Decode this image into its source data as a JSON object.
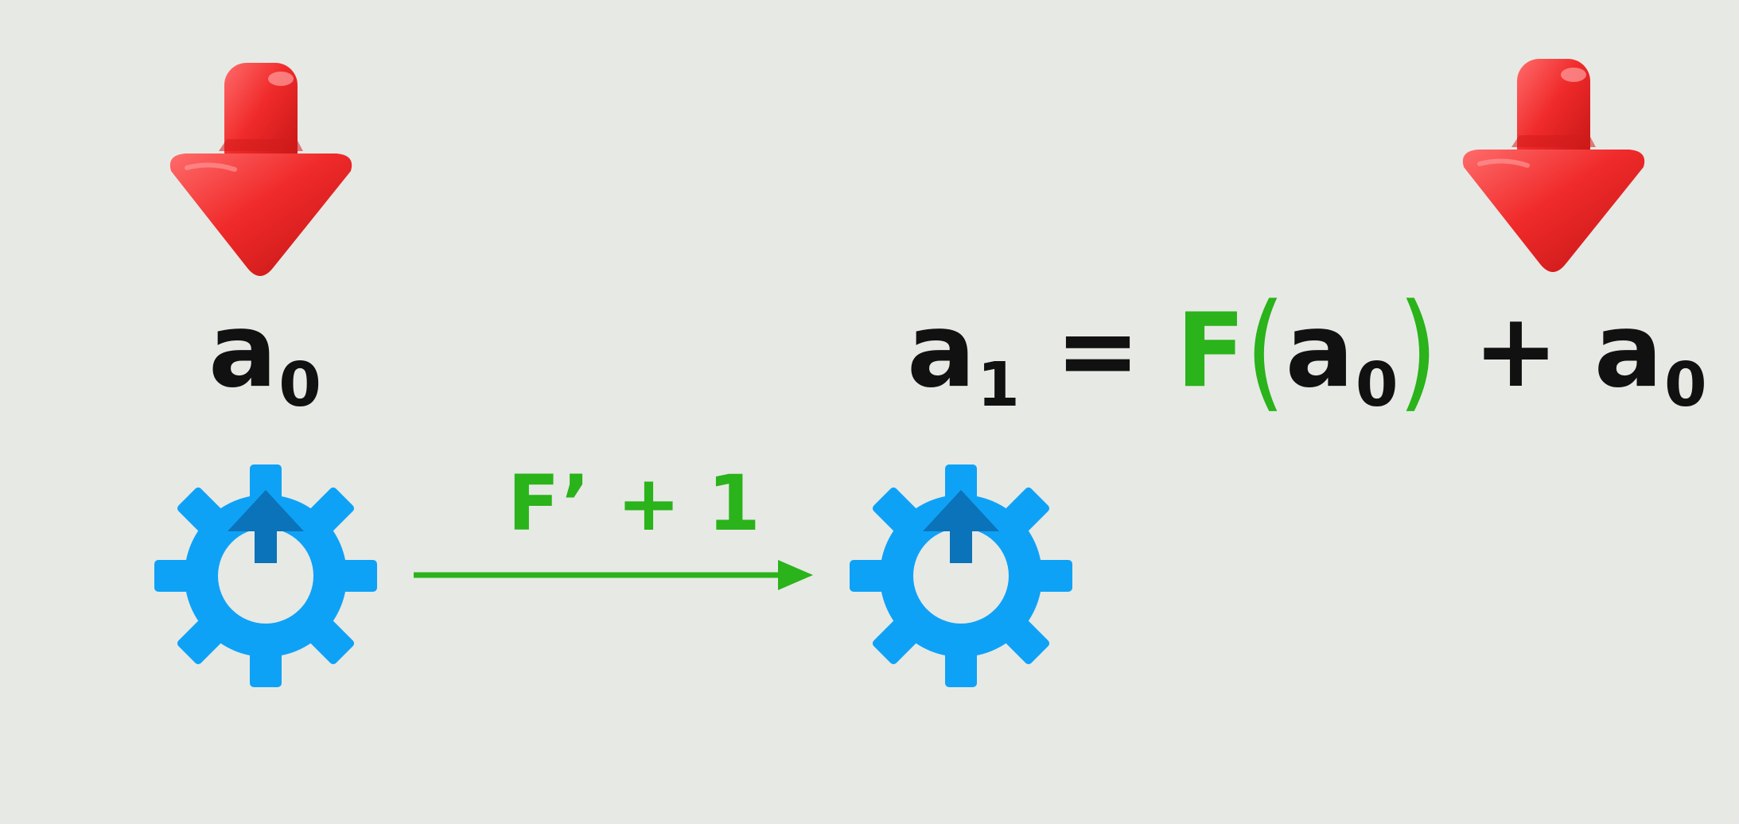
{
  "colors": {
    "background": "#e7e9e5",
    "arrow_red": "#f02a2a",
    "text_dark": "#111111",
    "accent_green": "#2ab31a",
    "gear_blue": "#0ea2f7",
    "gear_dark_blue": "#0b73b9"
  },
  "left_term": {
    "var": "a",
    "sub": "0"
  },
  "equation": {
    "lhs": {
      "var": "a",
      "sub": "1"
    },
    "equals": "=",
    "func": "F",
    "open_paren": "(",
    "arg": {
      "var": "a",
      "sub": "0"
    },
    "close_paren": ")",
    "plus": "+",
    "tail": {
      "var": "a",
      "sub": "0"
    }
  },
  "edge_label": "F’ + 1",
  "icons": {
    "arrow_left": "red-down-arrow-icon",
    "arrow_right": "red-down-arrow-icon",
    "gear_left": "gear-icon",
    "gear_right": "gear-icon",
    "connector": "right-arrow-icon"
  }
}
